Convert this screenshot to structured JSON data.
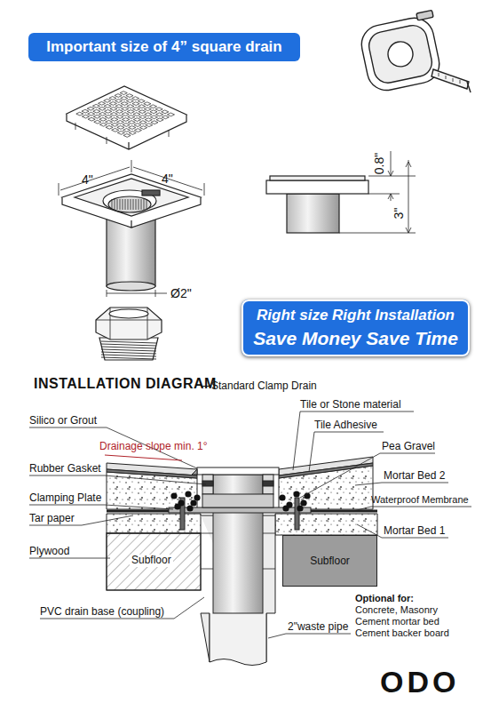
{
  "diagram": {
    "nodes": [
      {
        "text": [
          "Important size of 4” square drain"
        ]
      },
      {
        "text": [
          "Right size Right Installation",
          "Save Money Save Time"
        ]
      },
      {
        "text": [
          "Subfloor"
        ]
      }
    ],
    "labels": [
      "4\"",
      "4\"",
      "Ø2\"",
      "0.8\"",
      "3\"",
      "INSTALLATION DIAGRAM",
      "—Standard Clamp Drain",
      "Silico or Grout",
      "Drainage slope min. 1°",
      "Rubber Gasket",
      "Clamping Plate",
      "Tar paper",
      "Plywood",
      "Subfloor",
      "PVC drain base (coupling)",
      "Tile or Stone material",
      "Tile Adhesive",
      "Pea Gravel",
      "Mortar Bed 2",
      "Waterproof Membrane",
      "Mortar Bed 1",
      "2\"waste pipe",
      "Optional for:",
      "Concrete, Masonry",
      "Cement mortar bed",
      "Cement backer board",
      "ODO"
    ]
  }
}
